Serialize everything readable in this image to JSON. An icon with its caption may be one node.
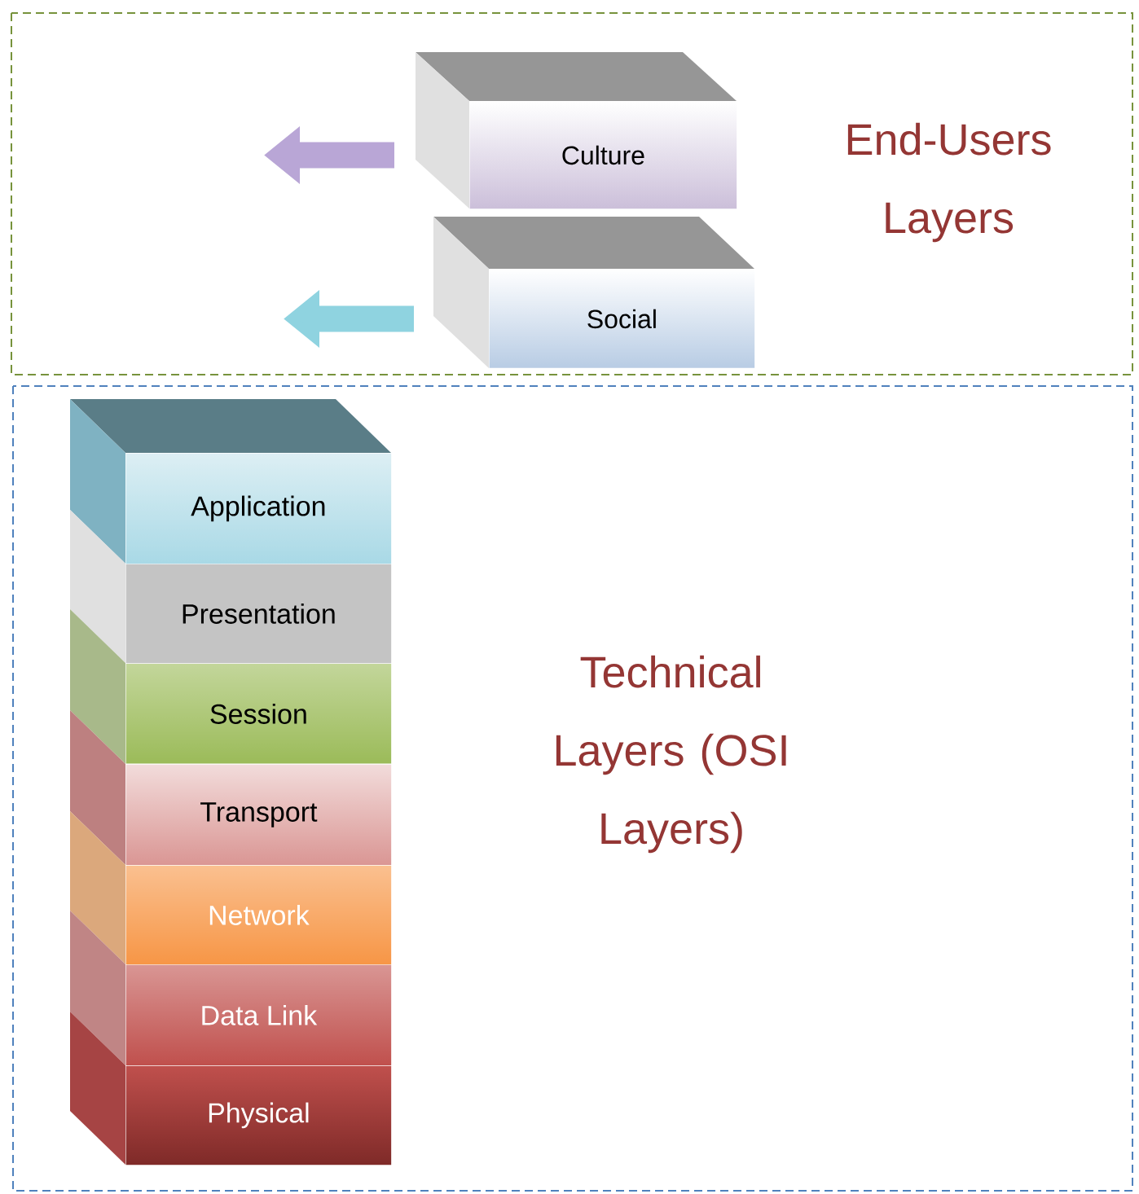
{
  "diagram": {
    "nodes": [
      {
        "text": [
          "End-Users Layers"
        ]
      },
      {
        "text": [
          "Culture"
        ],
        "in": 0
      },
      {
        "text": [
          "Social"
        ],
        "in": 0
      },
      {
        "text": [
          "Technical Layers (OSI Layers)"
        ]
      },
      {
        "text": [
          "Application"
        ],
        "in": 3
      },
      {
        "text": [
          "Presentation"
        ],
        "in": 3
      },
      {
        "text": [
          "Session"
        ],
        "in": 3
      },
      {
        "text": [
          "Transport"
        ],
        "in": 3
      },
      {
        "text": [
          "Network"
        ],
        "in": 3
      },
      {
        "text": [
          "Data Link"
        ],
        "in": 3
      },
      {
        "text": [
          "Physical"
        ],
        "in": 3
      }
    ],
    "edges": [
      {
        "from": 1,
        "to": null,
        "arrow": "to",
        "color": "#b9a6d6"
      },
      {
        "from": 2,
        "to": null,
        "arrow": "to",
        "color": "#8fd3e0"
      }
    ]
  }
}
